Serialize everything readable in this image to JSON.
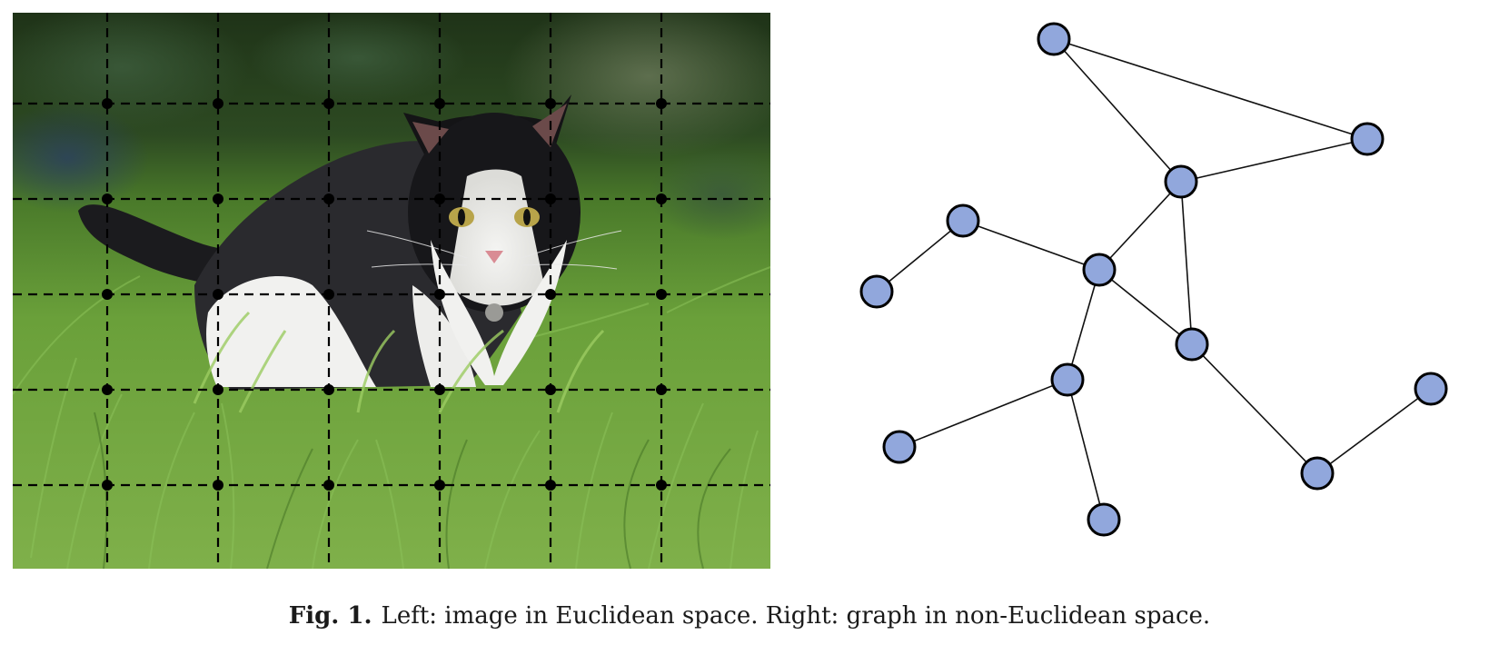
{
  "figure": {
    "left_panel": {
      "subject": "cat-in-grass-photo",
      "grid_columns": 6,
      "grid_rows": 5
    },
    "right_panel": {
      "node_color": "#91a7dc",
      "edges": [
        [
          0,
          1
        ],
        [
          0,
          2
        ],
        [
          1,
          2
        ],
        [
          2,
          4
        ],
        [
          2,
          5
        ],
        [
          3,
          4
        ],
        [
          3,
          6
        ],
        [
          4,
          5
        ],
        [
          4,
          7
        ],
        [
          5,
          11
        ],
        [
          7,
          8
        ],
        [
          7,
          9
        ],
        [
          10,
          11
        ]
      ]
    },
    "caption": {
      "label": "Fig. 1.",
      "text": "Left: image in Euclidean space. Right: graph in non-Euclidean space."
    }
  }
}
